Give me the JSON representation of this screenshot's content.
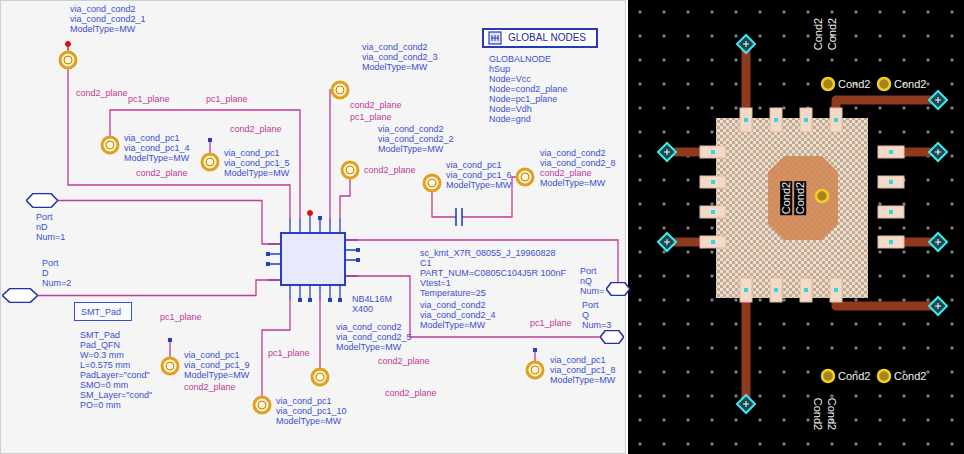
{
  "diagram": {
    "nodes": [
      {
        "text": [
          "GLOBAL NODES"
        ]
      },
      {
        "text": [
          "Port",
          "nD",
          "Num=1"
        ]
      },
      {
        "text": [
          "NB4L16M",
          "X400"
        ]
      },
      {
        "text": [
          "Port",
          "nQ",
          "Num="
        ]
      },
      {
        "text": [
          "Port",
          "D",
          "Num=2"
        ]
      },
      {
        "text": [
          "SMT_Pad"
        ]
      },
      {
        "text": [
          "Port",
          "Q",
          "Num=3"
        ]
      }
    ],
    "edges": [
      {
        "from": 1,
        "to": 2,
        "arrow": "none"
      },
      {
        "from": 4,
        "to": 2,
        "arrow": "none"
      },
      {
        "from": 2,
        "to": 3,
        "arrow": "none"
      },
      {
        "from": 2,
        "to": 6,
        "arrow": "none"
      }
    ],
    "labels": [
      "via_cond_cond2",
      "via_cond_cond2_1",
      "ModelType=MW",
      "cond2_plane",
      "pc1_plane",
      "via_cond_pc1",
      "via_cond_pc1_4",
      "ModelType=MW",
      "cond2_plane",
      "pc1_plane",
      "cond2_plane",
      "via_cond_pc1",
      "via_cond_pc1_5",
      "ModelType=MW",
      "via_cond_cond2",
      "via_cond_cond2_3",
      "ModelType=MW",
      "cond2_plane",
      "pc1_plane",
      "via_cond_cond2",
      "via_cond_cond2_2",
      "ModelType=MW",
      "cond2_plane",
      "via_cond_pc1",
      "via_cond_pc1_6",
      "ModelType=MW",
      "via_cond_cond2",
      "via_cond_cond2_8",
      "cond2_plane",
      "ModelType=MW",
      "GLOBALNODE",
      "hSup",
      "Node=Vcc",
      "Node=cond2_plane",
      "Node=pc1_plane",
      "Node=Vdh",
      "Node=gnd",
      "sc_kmt_X7R_08055_J_19960828",
      "C1",
      "PART_NUM=C0805C104J5R 100nF",
      "Vtest=1",
      "Temperature=25",
      "via_cond_cond2",
      "via_cond_cond2_4",
      "ModelType=MW",
      "SMT_Pad",
      "Pad_QFN",
      "W=0.3 mm",
      "L=0.575 mm",
      "PadLayer=\"cond\"",
      "SMO=0 mm",
      "SM_Layer=\"cond\"",
      "PO=0 mm",
      "pc1_plane",
      "via_cond_pc1",
      "via_cond_pc1_9",
      "ModelType=MW",
      "cond2_plane",
      "pc1_plane",
      "via_cond_pc1",
      "via_cond_pc1_10",
      "ModelType=MW",
      "via_cond_cond2",
      "via_cond_cond2_5",
      "ModelType=MW",
      "cond2_plane",
      "cond2_plane",
      "pc1_plane",
      "via_cond_pc1",
      "via_cond_pc1_8",
      "ModelType=MW",
      "Cond2",
      "Cond2",
      "Cond2",
      "Cond2",
      "Cond2",
      "Cond2",
      "Cond2",
      "Cond2",
      "Cond2",
      "Cond2"
    ]
  }
}
